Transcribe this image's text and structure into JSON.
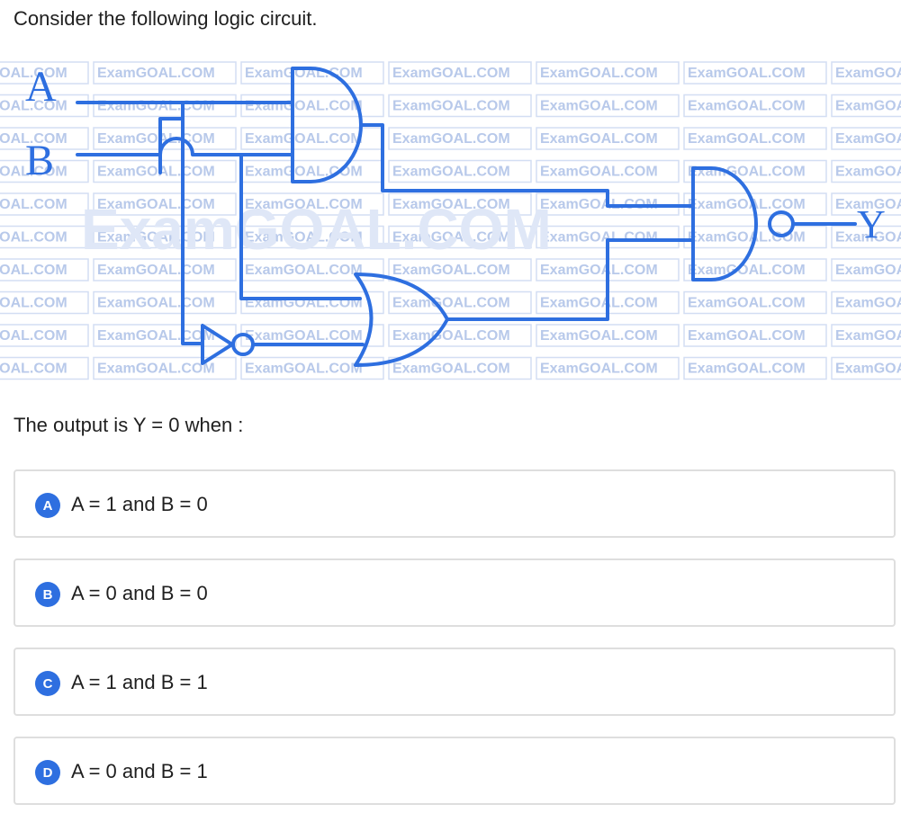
{
  "question": "Consider the following logic circuit.",
  "circuit": {
    "input_a": "A",
    "input_b": "B",
    "output": "Y",
    "watermark": "ExamGOAL.COM",
    "wire_color": "#2e6fe0"
  },
  "stem": "The output is Y = 0 when :",
  "options": [
    {
      "letter": "A",
      "text": "A = 1 and B = 0"
    },
    {
      "letter": "B",
      "text": "A = 0 and B = 0"
    },
    {
      "letter": "C",
      "text": "A = 1 and B = 1"
    },
    {
      "letter": "D",
      "text": "A = 0 and B = 1"
    }
  ],
  "accent_color": "#2e6fe0"
}
